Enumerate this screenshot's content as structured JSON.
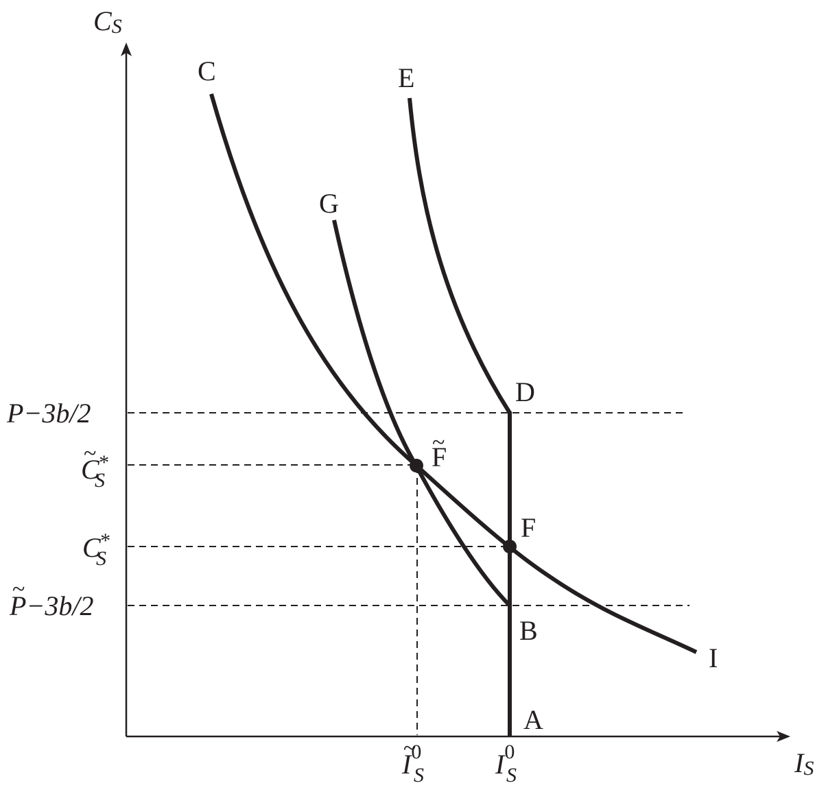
{
  "axes": {
    "y_label": {
      "main": "C",
      "sub": "S"
    },
    "x_label": {
      "main": "I",
      "sub": "S"
    }
  },
  "y_ticks": {
    "p_line": "P−3b/2",
    "c_tilde_star": {
      "main": "C",
      "sup": "*",
      "sub": "S",
      "tilde": "~"
    },
    "c_star": {
      "main": "C",
      "sup": "*",
      "sub": "S"
    },
    "p_tilde_line": {
      "main": "P",
      "rest": "−3b/2",
      "tilde": "~"
    }
  },
  "x_ticks": {
    "i_tilde_zero": {
      "main": "I",
      "sup": "0",
      "sub": "S",
      "tilde": "~"
    },
    "i_zero": {
      "main": "I",
      "sup": "0",
      "sub": "S"
    }
  },
  "points": {
    "A": "A",
    "B": "B",
    "C": "C",
    "D": "D",
    "E": "E",
    "F": "F",
    "F_tilde": {
      "letter": "F",
      "tilde": "~"
    },
    "G": "G",
    "I": "I"
  }
}
